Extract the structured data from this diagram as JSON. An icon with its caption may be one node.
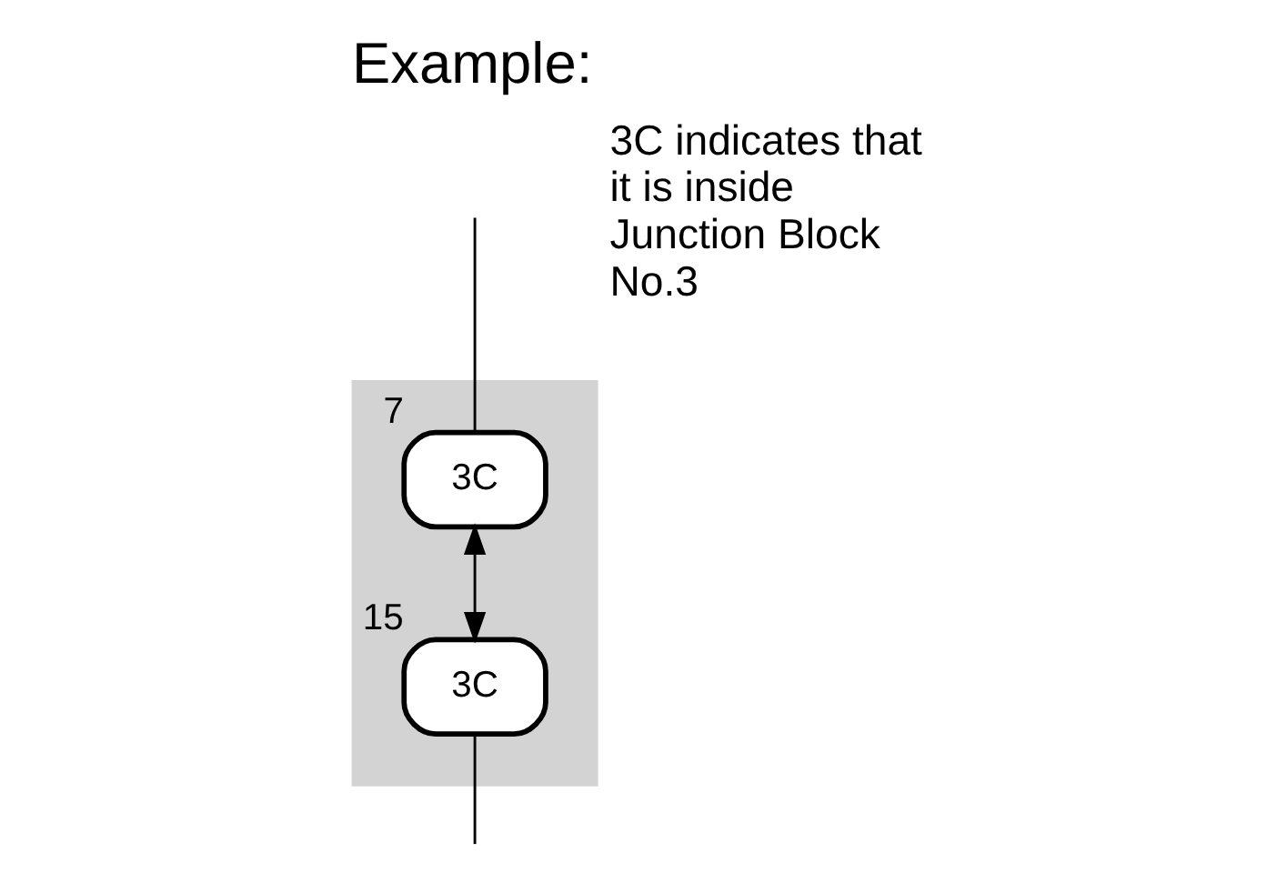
{
  "diagram": {
    "title": "Example:",
    "nodes": [
      {
        "text": [],
        "shape": "box"
      },
      {
        "text": [
          "3C"
        ],
        "in": 0,
        "beside": [
          "7"
        ]
      },
      {
        "text": [
          "3C"
        ],
        "in": 0,
        "beside": [
          "15"
        ]
      }
    ],
    "edges": [
      {
        "from": null,
        "to": 1,
        "arrow": "none"
      },
      {
        "from": 1,
        "to": 2,
        "arrow": "both"
      },
      {
        "from": 2,
        "to": null,
        "arrow": "none"
      }
    ],
    "labels": [
      "3C indicates that it is inside Junction Block No.3"
    ]
  }
}
